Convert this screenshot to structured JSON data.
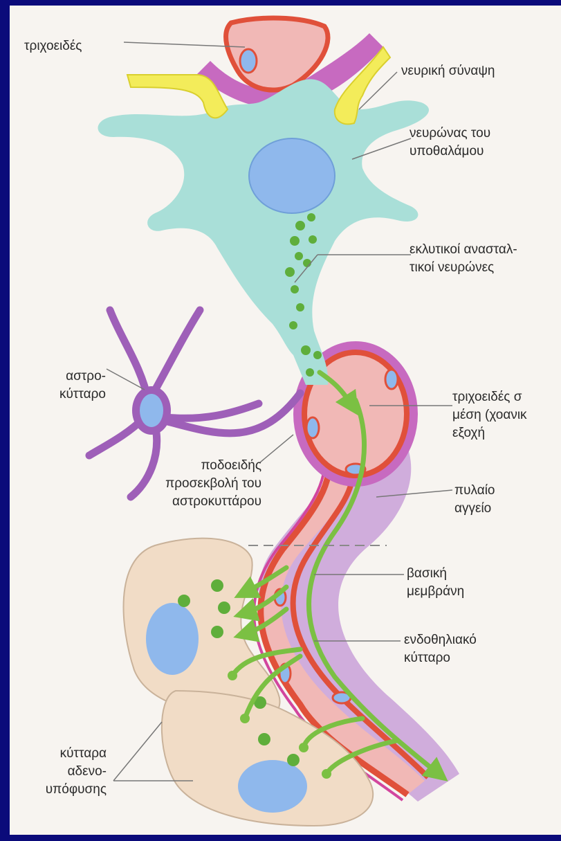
{
  "labels": {
    "capillary_top": "τριχοειδές",
    "synapse": "νευρική σύναψη",
    "hypothalamic_neuron": [
      "νευρώνας του",
      "υποθαλάμου"
    ],
    "releasing_inhibiting": [
      "εκλυτικοί ανασταλ-",
      "τικοί νευρώνες"
    ],
    "astrocyte": [
      "αστρο-",
      "κύτταρο"
    ],
    "capillary_median": [
      "τριχοειδές σ",
      "μέση (χοανικ",
      "εξοχή"
    ],
    "astrocyte_foot": [
      "ποδοειδής",
      "προσεκβολή του",
      "αστροκυττάρου"
    ],
    "portal_vessel": [
      "πυλαίο",
      "αγγείο"
    ],
    "basement_membrane": [
      "βασική",
      "μεμβράνη"
    ],
    "endothelial_cell": [
      "ενδοθηλιακό",
      "κύτταρο"
    ],
    "adenohypophysis_cells": [
      "κύτταρα",
      "αδενο-",
      "υπόφυσης"
    ]
  },
  "colors": {
    "background": "#0b0b7a",
    "panel": "#f7f4f0",
    "neuron": "#a9dfd8",
    "nucleus": "#8fb8ec",
    "capillary_fill": "#f1b8b6",
    "capillary_wall": "#e0503a",
    "membrane": "#c76ac0",
    "astrocyte": "#9e5fb8",
    "portal": "#c9a0d8",
    "synapse": "#f3ec5a",
    "granule": "#5fae3b",
    "arrow": "#7bc043",
    "gland_cell": "#f1dcc6"
  }
}
